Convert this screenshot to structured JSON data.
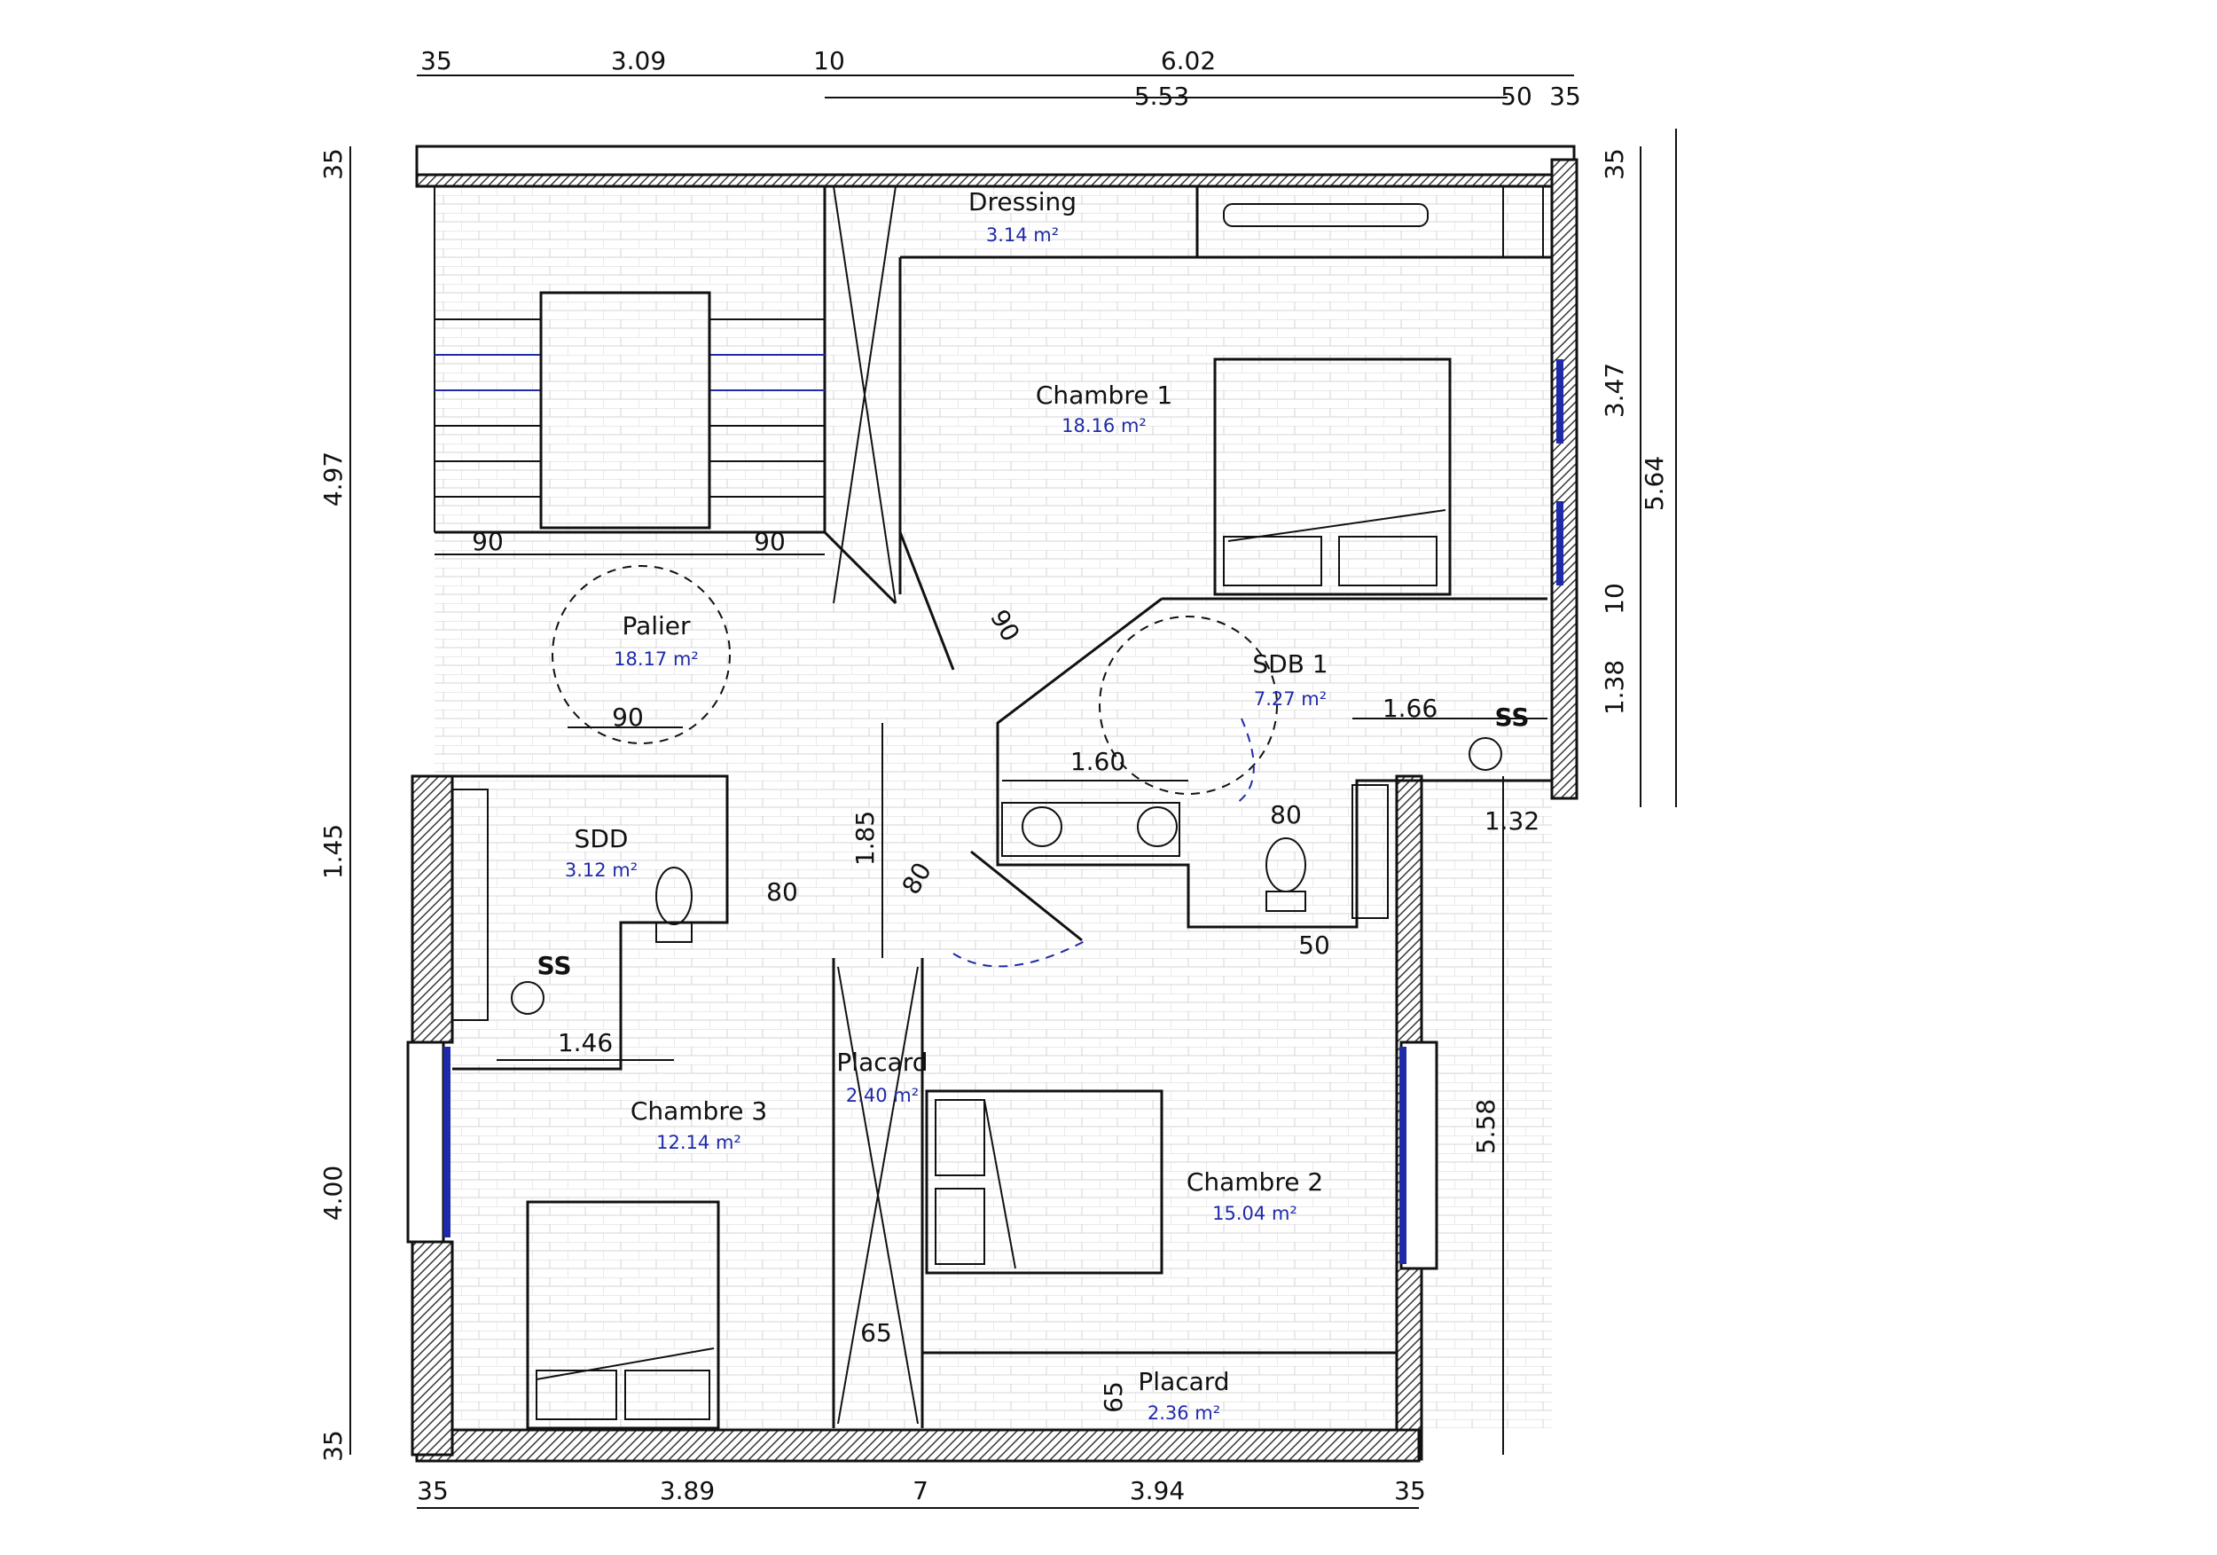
{
  "rooms": [
    {
      "name": "Dressing",
      "area": "3.14 m²"
    },
    {
      "name": "Chambre 1",
      "area": "18.16 m²"
    },
    {
      "name": "Palier",
      "area": "18.17 m²"
    },
    {
      "name": "SDB 1",
      "area": "7.27 m²"
    },
    {
      "name": "SDD",
      "area": "3.12 m²"
    },
    {
      "name": "Placard",
      "area": "2.40 m²"
    },
    {
      "name": "Chambre 3",
      "area": "12.14 m²"
    },
    {
      "name": "Chambre 2",
      "area": "15.04 m²"
    },
    {
      "name": "Placard",
      "area": "2.36 m²"
    }
  ],
  "dims": {
    "top": [
      "35",
      "3.09",
      "10",
      "6.02",
      "5.53",
      "50",
      "35"
    ],
    "bottom": [
      "35",
      "3.89",
      "7",
      "3.94",
      "35"
    ],
    "left": [
      "35",
      "4.97",
      "1.45",
      "4.00",
      "35"
    ],
    "right": [
      "35",
      "3.47",
      "5.64",
      "10",
      "1.38",
      "1.32",
      "5.58"
    ],
    "inner": [
      "90",
      "90",
      "90",
      "90",
      "1.66",
      "1.60",
      "80",
      "80",
      "80",
      "1.85",
      "50",
      "1.46",
      "65",
      "65"
    ]
  },
  "fixtures": {
    "shower_label_1": "SS",
    "shower_label_2": "SS"
  },
  "colors": {
    "area_text": "#1f2aa8",
    "window": "#1f2aa8",
    "line": "#111111"
  }
}
